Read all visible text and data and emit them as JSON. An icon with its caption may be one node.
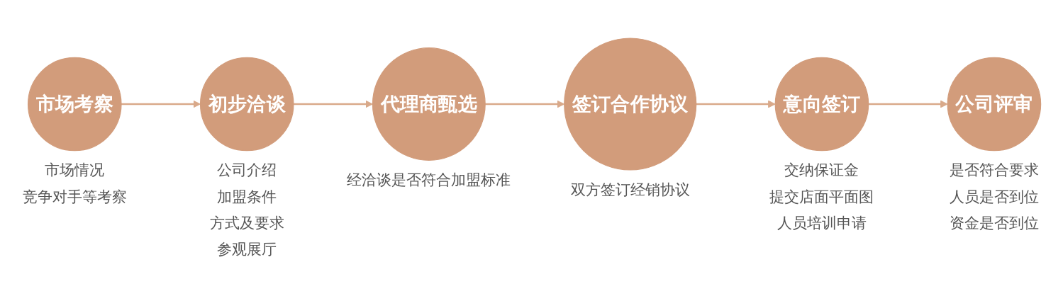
{
  "diagram": {
    "nodes": [
      {
        "text": [
          "市场考察"
        ],
        "beside": [
          "市场情况",
          "竞争对手等考察"
        ]
      },
      {
        "text": [
          "初步洽谈"
        ],
        "beside": [
          "公司介绍",
          "加盟条件",
          "方式及要求",
          "参观展厅"
        ]
      },
      {
        "text": [
          "代理商甄选"
        ],
        "beside": [
          "经洽谈是否符合加盟标准"
        ]
      },
      {
        "text": [
          "签订合作协议"
        ],
        "beside": [
          "双方签订经销协议"
        ]
      },
      {
        "text": [
          "意向签订"
        ],
        "beside": [
          "交纳保证金",
          "提交店面平面图",
          "人员培训申请"
        ]
      },
      {
        "text": [
          "公司评审"
        ],
        "beside": [
          "是否符合要求",
          "人员是否到位",
          "资金是否到位"
        ]
      }
    ],
    "edges": [
      {
        "from": 0,
        "to": 1,
        "arrow": "to"
      },
      {
        "from": 1,
        "to": 2,
        "arrow": "to"
      },
      {
        "from": 2,
        "to": 3,
        "arrow": "to"
      },
      {
        "from": 3,
        "to": 4,
        "arrow": "to"
      },
      {
        "from": 4,
        "to": 5,
        "arrow": "to"
      }
    ]
  }
}
